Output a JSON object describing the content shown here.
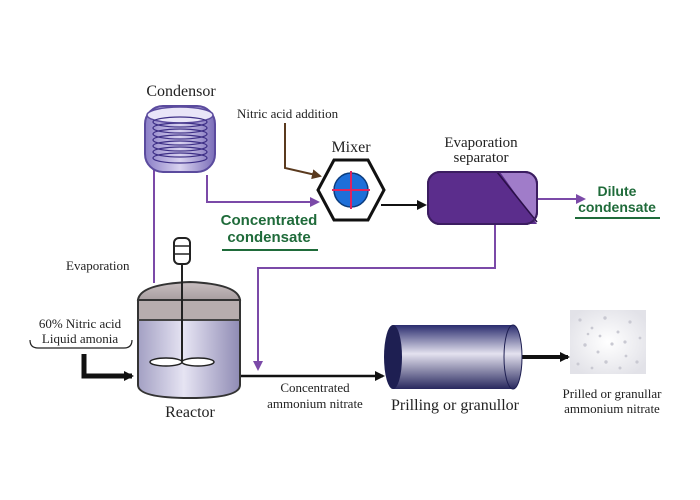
{
  "labels": {
    "condensor": "Condensor",
    "nitric_acid_addition": "Nitric acid addition",
    "mixer": "Mixer",
    "evaporation_separator_line1": "Evaporation",
    "evaporation_separator_line2": "separator",
    "dilute_condensate_line1": "Dilute",
    "dilute_condensate_line2": "condensate",
    "concentrated_condensate_line1": "Concentrated",
    "concentrated_condensate_line2": "condensate",
    "evaporation": "Evaporation",
    "feed_line1": "60% Nitric acid",
    "feed_line2": "Liquid amonia",
    "reactor": "Reactor",
    "concentrated_an_line1": "Concentrated",
    "concentrated_an_line2": "ammonium nitrate",
    "prilling": "Prilling or granullor",
    "product_line1": "Prilled or granullar",
    "product_line2": "ammonium nitrate"
  },
  "colors": {
    "flow_purple": "#7b4aa8",
    "flow_black": "#111111",
    "nitric_line": "#5a3a1e",
    "green_text": "#1f6b3a",
    "separator_dark": "#5b2d8c",
    "separator_light": "#a07cc9",
    "mixer_blue": "#1e6fd9",
    "mixer_cross": "#e0245e"
  }
}
